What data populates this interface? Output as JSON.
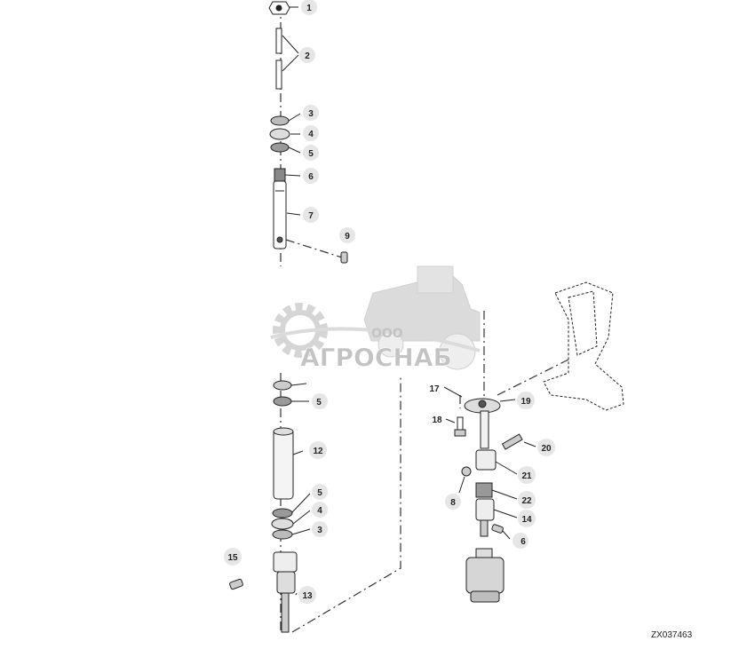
{
  "diagram": {
    "reference_code": "ZX037463",
    "callouts": [
      {
        "label": "1"
      },
      {
        "label": "2"
      },
      {
        "label": "3"
      },
      {
        "label": "4"
      },
      {
        "label": "5"
      },
      {
        "label": "6"
      },
      {
        "label": "7"
      },
      {
        "label": "9"
      },
      {
        "label": "5"
      },
      {
        "label": "12"
      },
      {
        "label": "5"
      },
      {
        "label": "4"
      },
      {
        "label": "3"
      },
      {
        "label": "15"
      },
      {
        "label": "13"
      },
      {
        "label": "17"
      },
      {
        "label": "18"
      },
      {
        "label": "19"
      },
      {
        "label": "20"
      },
      {
        "label": "21"
      },
      {
        "label": "8"
      },
      {
        "label": "22"
      },
      {
        "label": "14"
      },
      {
        "label": "6"
      }
    ]
  },
  "watermark": {
    "company_prefix": "ООО",
    "company_name": "АГРОСНАБ"
  }
}
